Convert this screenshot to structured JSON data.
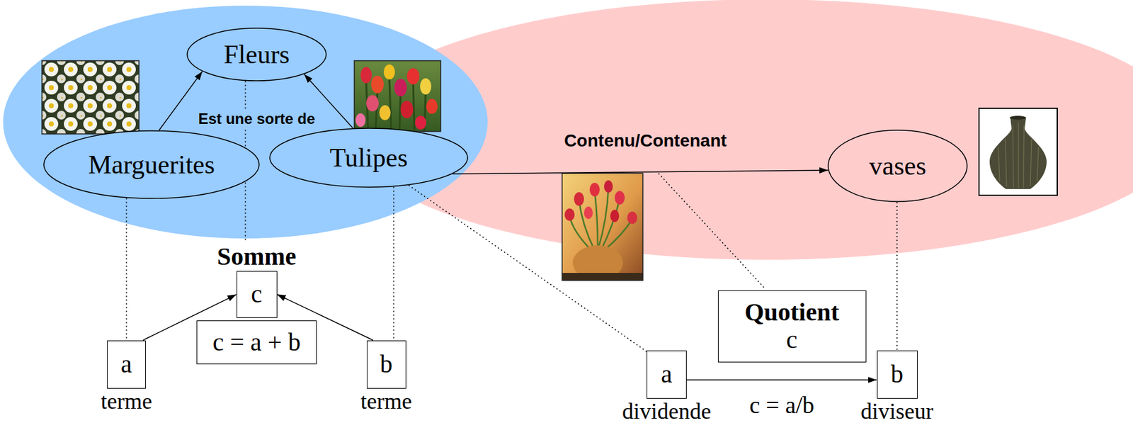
{
  "diagram": {
    "nodes": [
      {
        "text": [
          "Fleurs"
        ]
      },
      {
        "text": [
          "Marguerites"
        ]
      },
      {
        "text": [
          "Tulipes"
        ]
      },
      {
        "text": [
          "vases"
        ]
      },
      {
        "text": [
          "Somme",
          "c"
        ]
      },
      {
        "text": [
          "c = a + b"
        ]
      },
      {
        "text": [
          "a",
          "terme"
        ]
      },
      {
        "text": [
          "b",
          "terme"
        ]
      },
      {
        "text": [
          "Quotient",
          "c"
        ]
      },
      {
        "text": [
          "a",
          "dividende"
        ]
      },
      {
        "text": [
          "b",
          "diviseur"
        ]
      }
    ],
    "edges": [
      {
        "from": 1,
        "to": 0,
        "arrow": "to"
      },
      {
        "from": 2,
        "to": 0,
        "arrow": "to"
      },
      {
        "from": 2,
        "to": 3,
        "label": "Contenu/Contenant",
        "arrow": "to"
      },
      {
        "from": 6,
        "to": 4,
        "arrow": "to"
      },
      {
        "from": 7,
        "to": 4,
        "arrow": "to"
      },
      {
        "from": 9,
        "to": 10,
        "label": "c = a/b",
        "arrow": "to"
      },
      {
        "from": 1,
        "to": 6,
        "arrow": "none"
      },
      {
        "from": 0,
        "to": 4,
        "arrow": "none"
      },
      {
        "from": 2,
        "to": 7,
        "arrow": "none"
      },
      {
        "from": 2,
        "to": 9,
        "arrow": "none"
      },
      {
        "from": 3,
        "to": 10,
        "arrow": "none"
      }
    ],
    "labels": [
      "Est une sorte de"
    ]
  }
}
